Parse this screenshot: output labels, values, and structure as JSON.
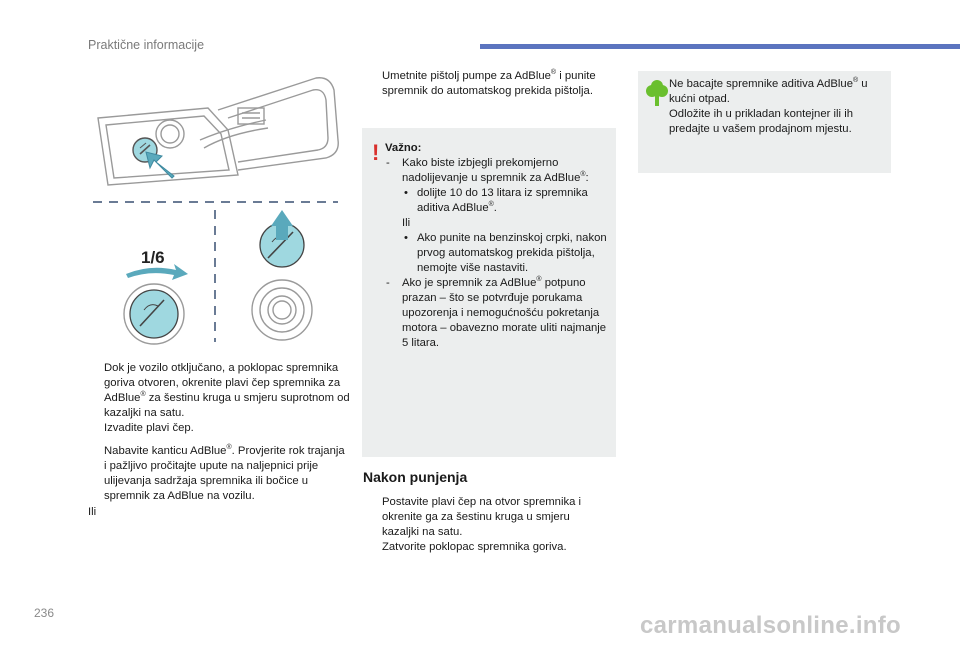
{
  "header": {
    "title": "Praktične informacije"
  },
  "illustration": {
    "step_label": "1/6",
    "colors": {
      "cap": "#9fd8e0",
      "arrow": "#5aa9bc",
      "line": "#9a9a9a",
      "dash": "#6a7b95"
    }
  },
  "left_column": {
    "bullet_marker": "",
    "items": [
      {
        "pre": "Dok je vozilo otključano, a poklopac spremnika goriva otvoren, okrenite plavi čep spremnika za AdBlue",
        "sup": "®",
        "post": " za šestinu kruga u smjeru suprotnom od kazaljki na satu."
      },
      {
        "pre": "Izvadite plavi čep.",
        "sup": "",
        "post": ""
      },
      {
        "pre": "Nabavite kanticu AdBlue",
        "sup": "®",
        "post": ". Provjerite rok trajanja i pažljivo pročitajte upute na naljepnici prije ulijevanja sadržaja spremnika ili bočice u spremnik za AdBlue na vozilu."
      }
    ],
    "ili": "Ili"
  },
  "middle_column": {
    "first_item": {
      "pre": "Umetnite pištolj pumpe za AdBlue",
      "sup": "®",
      "post": " i punite spremnik do automatskog prekida pištolja."
    },
    "warning": {
      "icon": "!",
      "title": "Važno:",
      "dash": "-",
      "dot": "•",
      "d1": {
        "pre": "Kako biste izbjegli prekomjerno nadolijevanje u spremnik za AdBlue",
        "sup": "®",
        "post": ":"
      },
      "d1_sub1": {
        "pre": "dolijte 10 do 13 litara iz spremnika aditiva AdBlue",
        "sup": "®",
        "post": "."
      },
      "ili": "Ili",
      "d1_sub2": "Ako punite na benzinskoj crpki, nakon prvog automatskog prekida pištolja, nemojte više nastaviti.",
      "d2": {
        "pre": "Ako je spremnik za AdBlue",
        "sup": "®",
        "post": " potpuno prazan – što se potvrđuje porukama upozorenja i nemogućnošću pokretanja motora – obavezno morate uliti najmanje 5 litara."
      }
    },
    "section_title": "Nakon punjenja",
    "after_items": [
      "Postavite plavi čep na otvor spremnika i okrenite ga za šestinu kruga u smjeru kazaljki na satu.",
      "Zatvorite poklopac spremnika goriva."
    ]
  },
  "right_column": {
    "eco_note": {
      "icon_color": "#6abf2e",
      "l1_pre": "Ne bacajte spremnike aditiva AdBlue",
      "l1_sup": "®",
      "l1_post": " u kućni otpad.",
      "l2": "Odložite ih u prikladan kontejner ili ih predajte u vašem prodajnom mjestu."
    }
  },
  "footer": {
    "page_number": "236",
    "watermark": "carmanualsonline.info"
  }
}
